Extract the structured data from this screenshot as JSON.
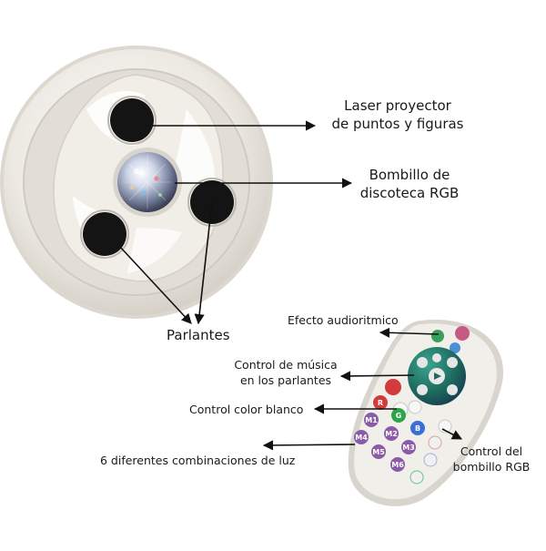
{
  "labels": {
    "laser": [
      "Laser proyector",
      "de puntos y figuras"
    ],
    "bombillo": [
      "Bombillo de",
      "discoteca RGB"
    ],
    "parlantes": "Parlantes",
    "efecto": "Efecto audioritmico",
    "musica": [
      "Control de música",
      "en los parlantes"
    ],
    "blanco": "Control color blanco",
    "combinaciones": "6 diferentes combinaciones de luz",
    "rgb": [
      "Control del",
      "bombillo RGB"
    ]
  },
  "remote": {
    "rgb_buttons": [
      "R",
      "G",
      "B"
    ],
    "mode_buttons": [
      "M1",
      "M2",
      "M3",
      "M4",
      "M5",
      "M6"
    ]
  },
  "colors": {
    "bulb_body": "#ece9e2",
    "speaker": "#141414",
    "arrow": "#111111",
    "remote_body": "#f1efea",
    "music_pad": "#1f6a5f",
    "red_button": "#d33a3a",
    "green_button": "#2fa34a",
    "blue_button": "#3a6fd6",
    "mode_button": "#8c5ba8"
  }
}
